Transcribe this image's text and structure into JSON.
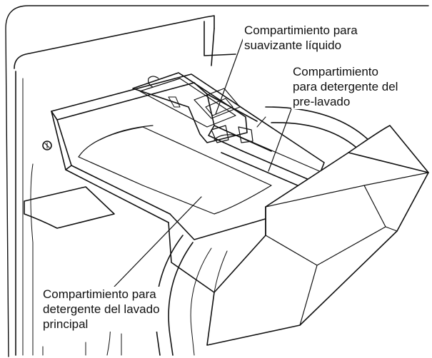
{
  "callouts": {
    "softener": {
      "line1": "Compartimiento para",
      "line2": "suavizante líquido"
    },
    "prewash": {
      "line1": "Compartimiento",
      "line2": "para detergente del",
      "line3": "pre-lavado"
    },
    "main_wash": {
      "line1": "Compartimiento para",
      "line2": "detergente del lavado",
      "line3": "principal"
    }
  },
  "colors": {
    "line": "#111111",
    "background": "#ffffff"
  }
}
